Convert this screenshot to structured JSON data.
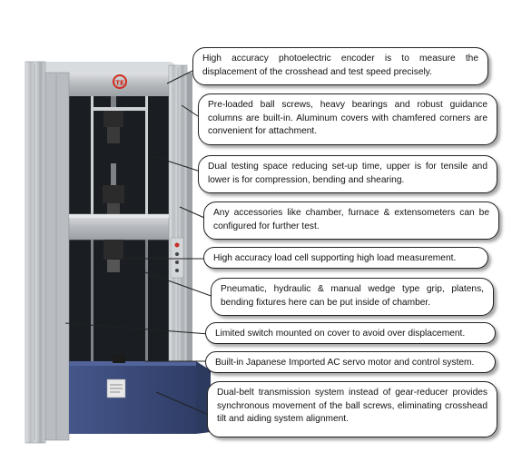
{
  "callouts": [
    {
      "id": "encoder",
      "text": "High accuracy photoelectric encoder is to measure the displacement of the crosshead and test speed precisely."
    },
    {
      "id": "ball-screws",
      "text": "Pre-loaded ball screws, heavy bearings and robust guidance columns are built-in. Aluminum covers with chamfered corners are convenient for attachment."
    },
    {
      "id": "dual-space",
      "text": "Dual testing space reducing set-up time, upper is for tensile and lower is for compression, bending and shearing."
    },
    {
      "id": "accessories",
      "text": "Any accessories like chamber, furnace & extensometers can be configured for further test."
    },
    {
      "id": "load-cell",
      "text": "High accuracy load cell supporting high load measurement."
    },
    {
      "id": "grips",
      "text": "Pneumatic, hydraulic & manual wedge type grip, platens, bending fixtures here can be put inside of chamber."
    },
    {
      "id": "limit-switch",
      "text": "Limited switch mounted on cover to avoid over displacement."
    },
    {
      "id": "servo-motor",
      "text": "Built-in Japanese Imported AC servo motor and control system."
    },
    {
      "id": "dual-belt",
      "text": "Dual-belt transmission system instead of gear-reducer provides synchronous movement of the ball screws, eliminating crosshead tilt and aiding system alignment."
    }
  ],
  "machine": {
    "logo_text": "TE",
    "colors": {
      "frame": "#c6c9cc",
      "frame_dark": "#8f9499",
      "crosshead": "#b7bbbf",
      "base": "#3b4c78",
      "base_dark": "#2c3a60",
      "grip": "#2b2b2b",
      "logo": "#d22a1e"
    }
  }
}
